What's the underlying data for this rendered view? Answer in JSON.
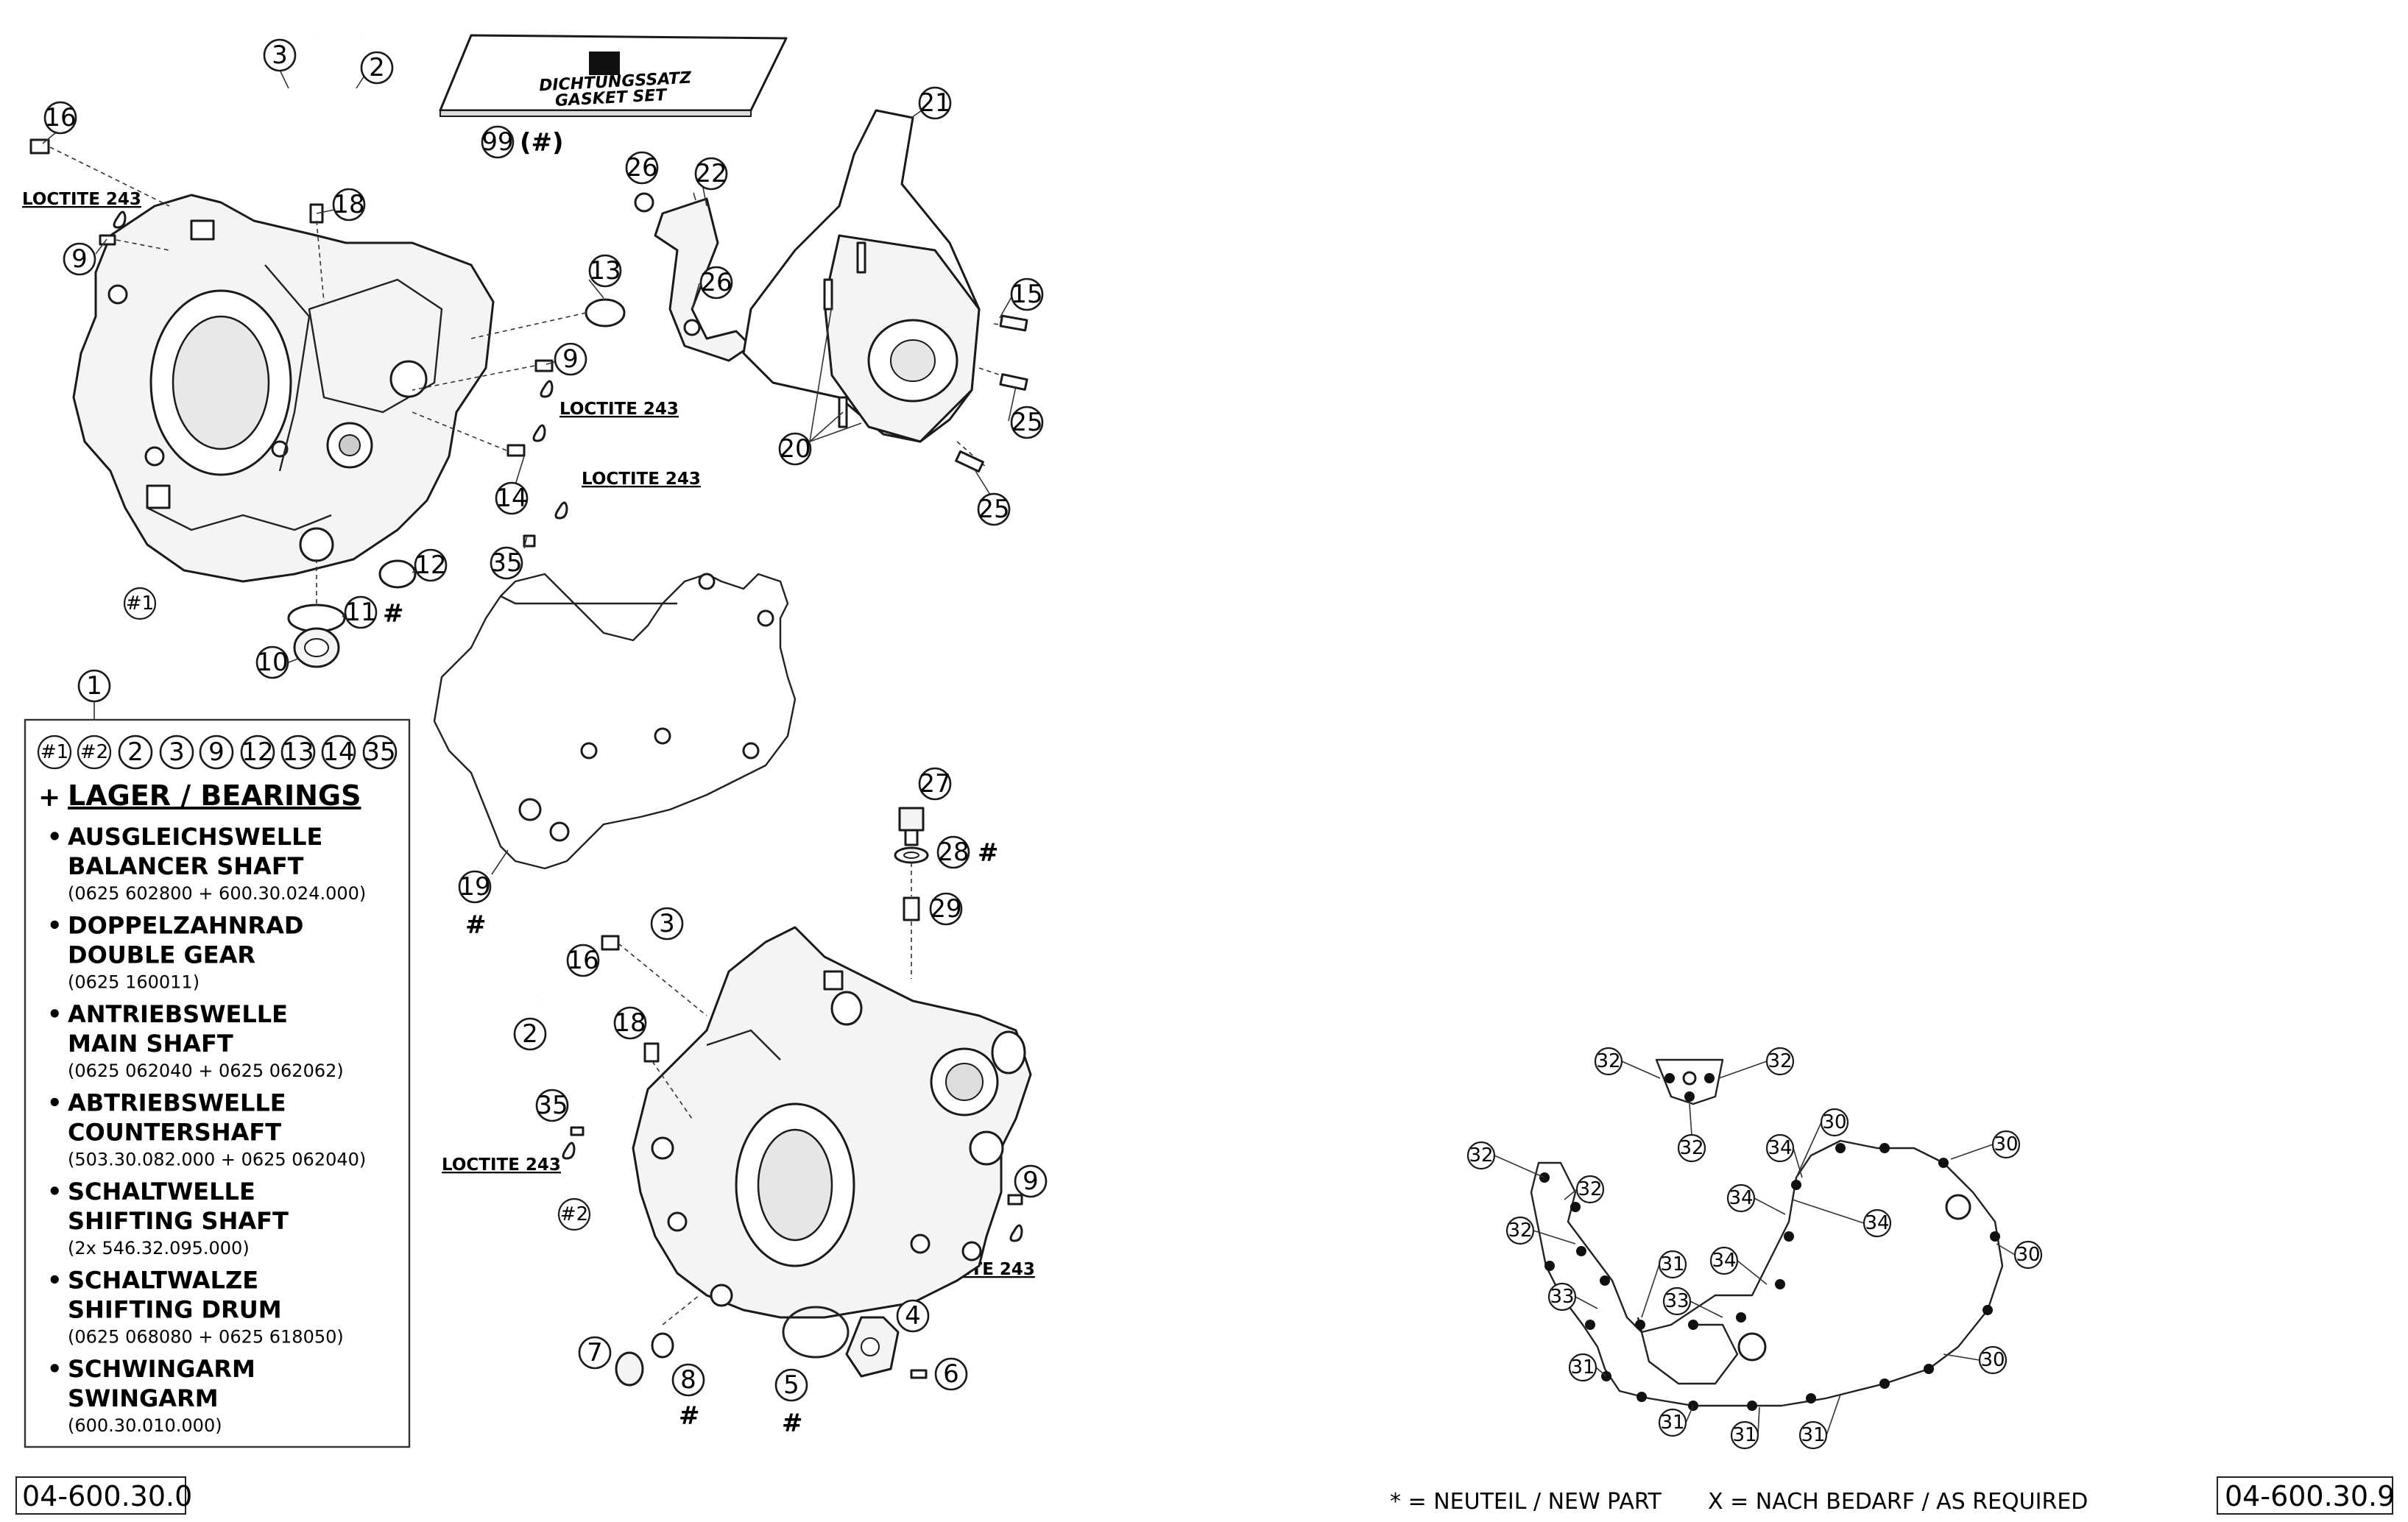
{
  "gasket_set": {
    "label_de": "DICHTUNGSSATZ",
    "label_en": "GASKET SET",
    "part_number": "99",
    "part_marker": "(#)"
  },
  "loctite_label": "LOCTITE 243",
  "new_part_marker": "#",
  "callouts": {
    "c1": "1",
    "c2": "2",
    "c3": "3",
    "c4": "4",
    "c5": "5",
    "c6": "6",
    "c7": "7",
    "c8": "8",
    "c9": "9",
    "c10": "10",
    "c11": "11",
    "c12": "12",
    "c13": "13",
    "c14": "14",
    "c15": "15",
    "c16": "16",
    "c18": "18",
    "c19": "19",
    "c20": "20",
    "c21": "21",
    "c22": "22",
    "c25": "25",
    "c26": "26",
    "c27": "27",
    "c28": "28",
    "c29": "29",
    "c30": "30",
    "c31": "31",
    "c32": "32",
    "c33": "33",
    "c34": "34",
    "c35": "35",
    "h1": "#1",
    "h2": "#2"
  },
  "kit": {
    "badges": [
      "#1",
      "#2",
      "2",
      "3",
      "9",
      "12",
      "13",
      "14",
      "35"
    ],
    "plus": "+",
    "heading": "LAGER / BEARINGS",
    "bullet": "•",
    "items": [
      {
        "de": "AUSGLEICHSWELLE",
        "en": "BALANCER SHAFT",
        "nr": "(0625 602800 + 600.30.024.000)"
      },
      {
        "de": "DOPPELZAHNRAD",
        "en": "DOUBLE GEAR",
        "nr": "(0625 160011)"
      },
      {
        "de": "ANTRIEBSWELLE",
        "en": "MAIN SHAFT",
        "nr": "(0625 062040 + 0625 062062)"
      },
      {
        "de": "ABTRIEBSWELLE",
        "en": "COUNTERSHAFT",
        "nr": "(503.30.082.000 + 0625 062040)"
      },
      {
        "de": "SCHALTWELLE",
        "en": "SHIFTING SHAFT",
        "nr": "(2x  546.32.095.000)"
      },
      {
        "de": "SCHALTWALZE",
        "en": "SHIFTING DRUM",
        "nr": "(0625 068080 + 0625 618050)"
      },
      {
        "de": "SCHWINGARM",
        "en": "SWINGARM",
        "nr": "(600.30.010.000)"
      }
    ]
  },
  "footer": {
    "left_code": "04-600.30.0",
    "right_code": "04-600.30.9",
    "note_new": "* = NEUTEIL / NEW PART",
    "note_required": "X = NACH BEDARF / AS REQUIRED"
  }
}
